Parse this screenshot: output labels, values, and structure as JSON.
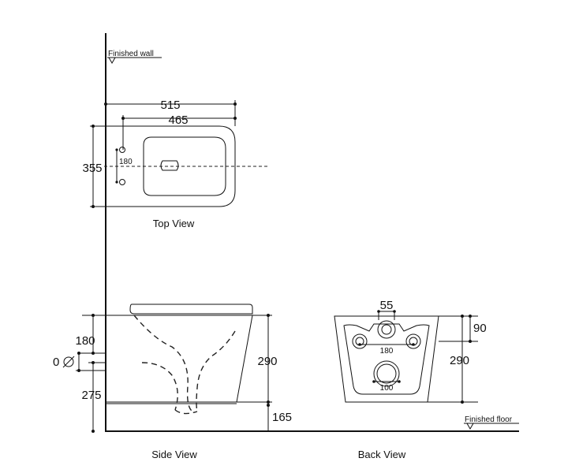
{
  "references": {
    "wall": "Finished wall",
    "floor": "Finished floor"
  },
  "top_view": {
    "label": "Top View",
    "dims": {
      "overall_length": "515",
      "bowl_length": "465",
      "width": "355",
      "inlet_spacing": "180"
    }
  },
  "side_view": {
    "label": "Side View",
    "dims": {
      "inlet_spacing": "180",
      "outlet_diameter": "Ø",
      "outlet_height": "275",
      "height": "290",
      "rim_to_floor": "165"
    }
  },
  "back_view": {
    "label": "Back View",
    "dims": {
      "inlet_diameter": "55",
      "top_offset": "90",
      "inlet_spacing": "180",
      "outlet_width": "100",
      "height": "290"
    }
  }
}
